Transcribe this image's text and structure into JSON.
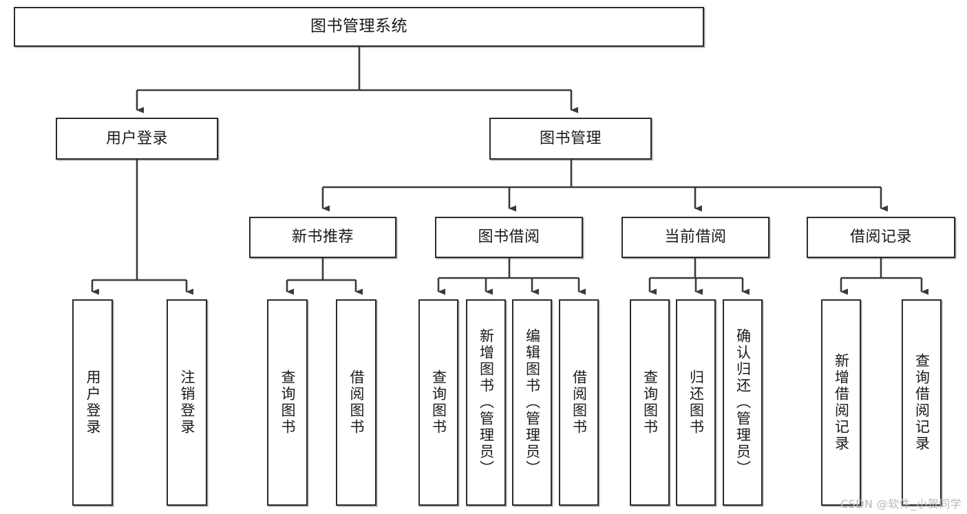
{
  "diagram": {
    "title": "图书管理系统",
    "type": "tree",
    "watermark": "CSDN @软件_小贺同学",
    "colors": {
      "box_border": "#2b2b2b",
      "box_fill": "#ffffff",
      "edge": "#3a3a3a",
      "text": "#1a1a1a",
      "watermark": "#b9b9b9",
      "background": "#ffffff"
    },
    "root": {
      "label": "图书管理系统"
    },
    "level2": [
      {
        "label": "用户登录"
      },
      {
        "label": "图书管理"
      }
    ],
    "level3": [
      {
        "label": "新书推荐"
      },
      {
        "label": "图书借阅"
      },
      {
        "label": "当前借阅"
      },
      {
        "label": "借阅记录"
      }
    ],
    "leaves": {
      "user_login": [
        {
          "label": "用户登录"
        },
        {
          "label": "注销登录"
        }
      ],
      "new_book_recommend": [
        {
          "label": "查询图书"
        },
        {
          "label": "借阅图书"
        }
      ],
      "book_borrow": [
        {
          "label": "查询图书"
        },
        {
          "label": "新增图书（管理员）"
        },
        {
          "label": "编辑图书（管理员）"
        },
        {
          "label": "借阅图书"
        }
      ],
      "current_borrow": [
        {
          "label": "查询图书"
        },
        {
          "label": "归还图书"
        },
        {
          "label": "确认归还（管理员）"
        }
      ],
      "borrow_record": [
        {
          "label": "新增借阅记录"
        },
        {
          "label": "查询借阅记录"
        }
      ]
    }
  }
}
